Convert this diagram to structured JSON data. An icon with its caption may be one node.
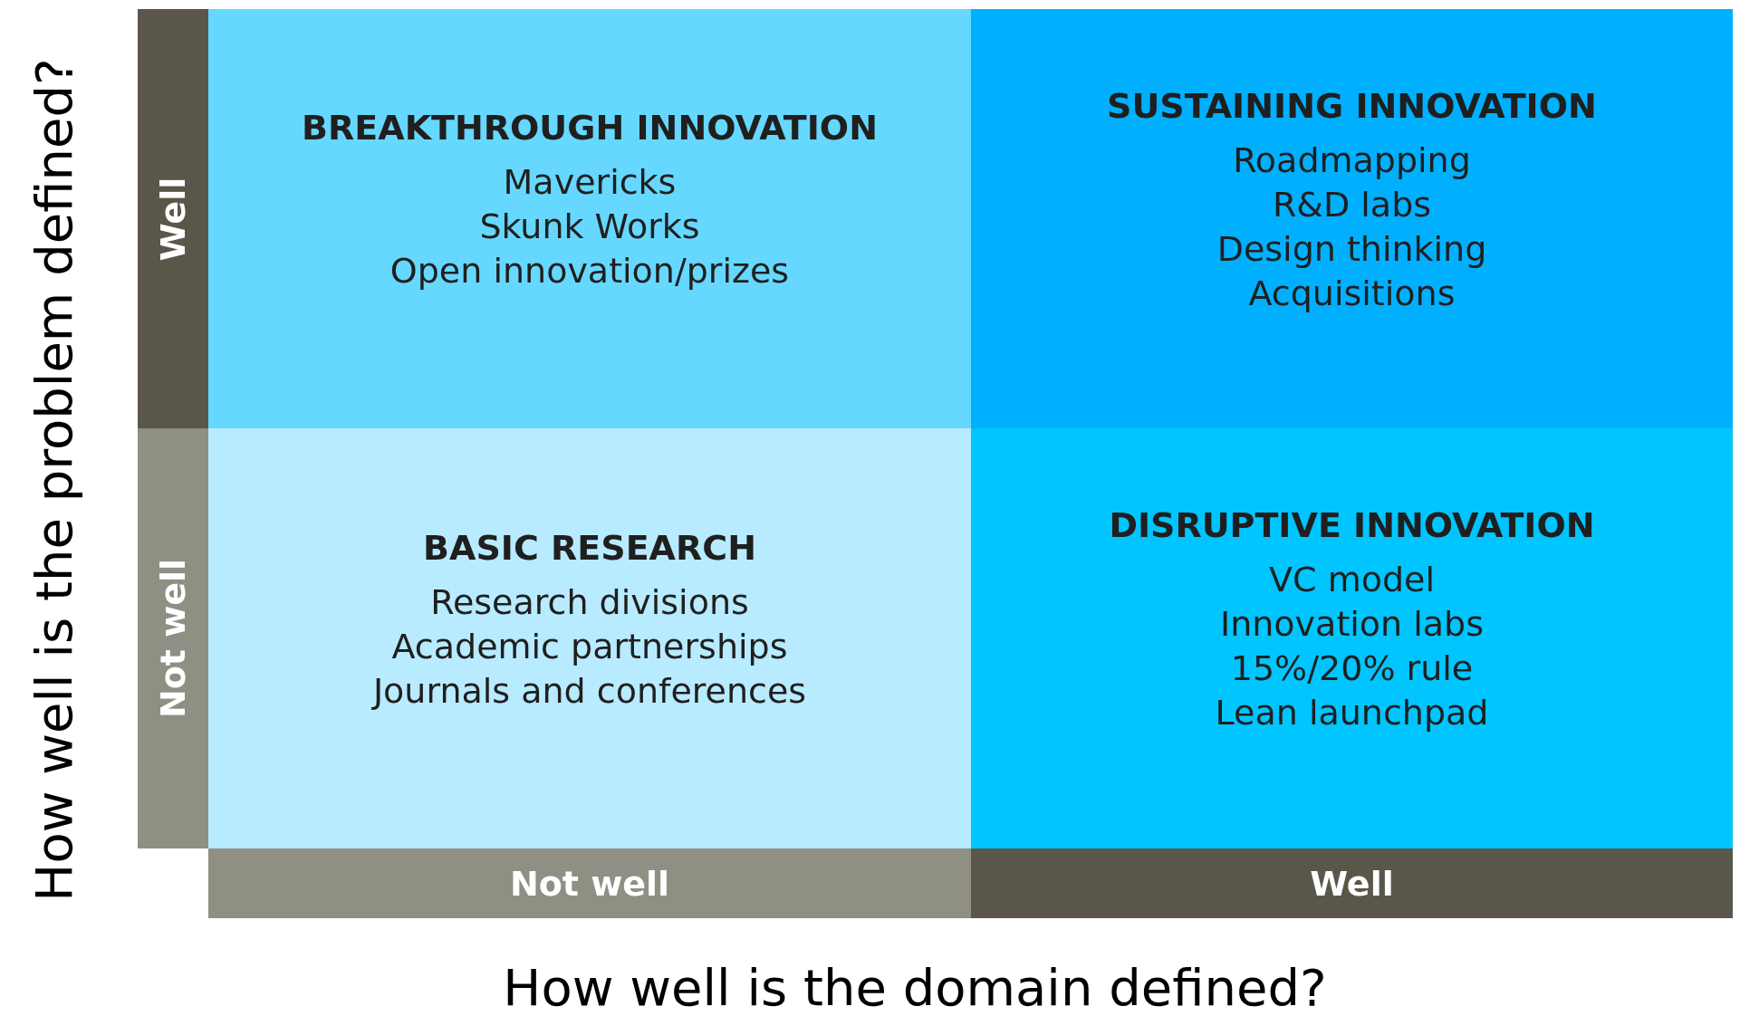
{
  "diagram": {
    "nodes": [
      {
        "text": [
          "Well"
        ]
      },
      {
        "text": [
          "BREAKTHROUGH INNOVATION",
          "Mavericks",
          "Skunk Works",
          "Open innovation/prizes"
        ]
      },
      {
        "text": [
          "SUSTAINING INNOVATION",
          "Roadmapping",
          "R&D labs",
          "Design thinking",
          "Acquisitions"
        ]
      },
      {
        "text": [
          "Not well"
        ]
      },
      {
        "text": [
          "BASIC RESEARCH",
          "Research divisions",
          "Academic partnerships",
          "Journals and conferences"
        ]
      },
      {
        "text": [
          "DISRUPTIVE INNOVATION",
          "VC model",
          "Innovation labs",
          "15%/20% rule",
          "Lean launchpad"
        ]
      },
      {
        "text": [
          "Not well"
        ]
      },
      {
        "text": [
          "Well"
        ]
      }
    ],
    "labels": [
      "How well is the problem defined?",
      "How well is the domain defined?"
    ]
  }
}
